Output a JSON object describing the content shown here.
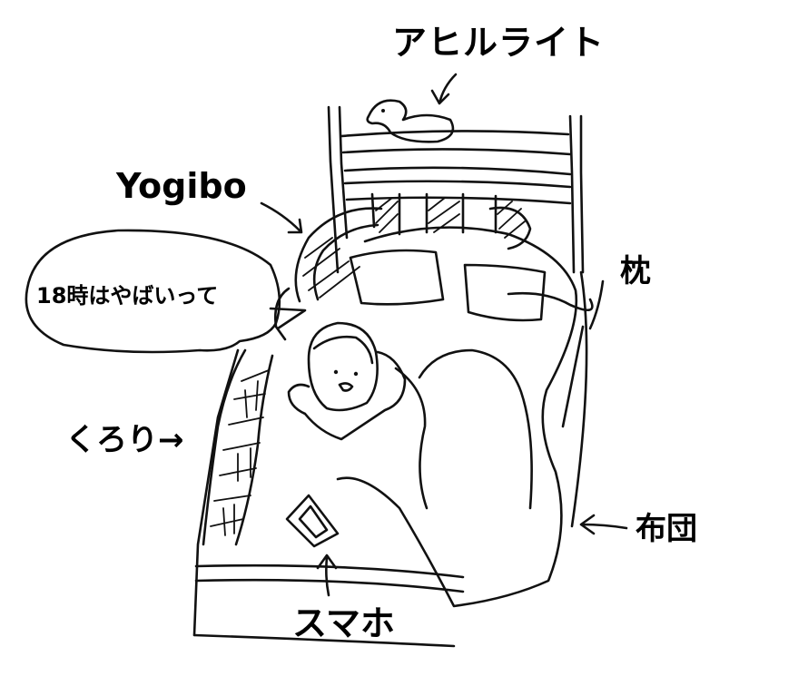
{
  "labels": {
    "duck_light": "アヒルライト",
    "yogibo": "Yogibo",
    "pillow": "枕",
    "speech": "18時はやばいって",
    "kurori": "くろり→",
    "futon": "布団",
    "smartphone": "スマホ"
  },
  "colors": {
    "ink": "#111111",
    "paper": "#ffffff"
  }
}
